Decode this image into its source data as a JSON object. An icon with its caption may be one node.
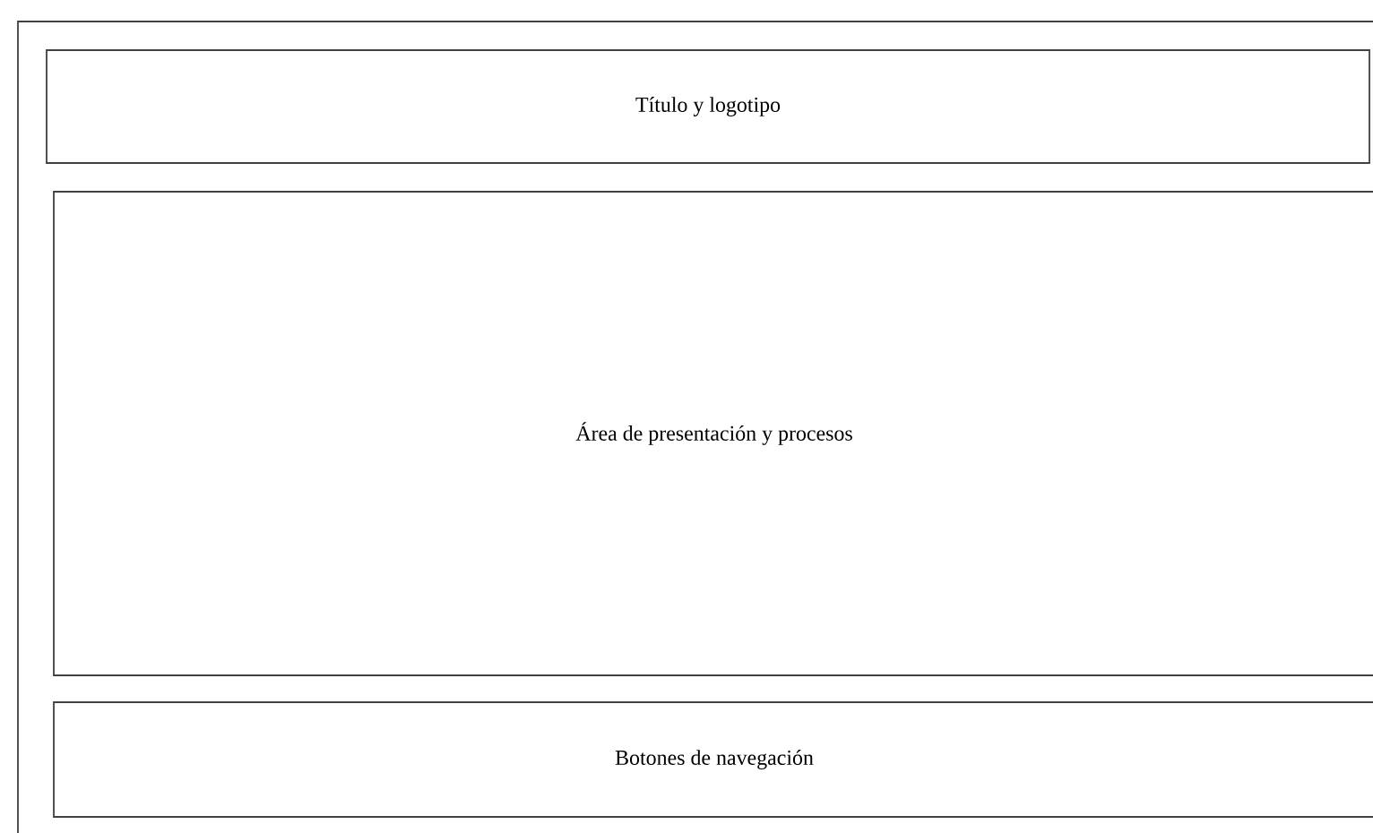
{
  "diagram": {
    "nodes": [
      {
        "text": [],
        "shape": "box"
      },
      {
        "text": [
          "Título y logotipo"
        ],
        "in": 0
      },
      {
        "text": [
          "Área de presentación y procesos"
        ],
        "in": 0
      },
      {
        "text": [
          "Botones de navegación"
        ],
        "in": 0
      }
    ]
  }
}
